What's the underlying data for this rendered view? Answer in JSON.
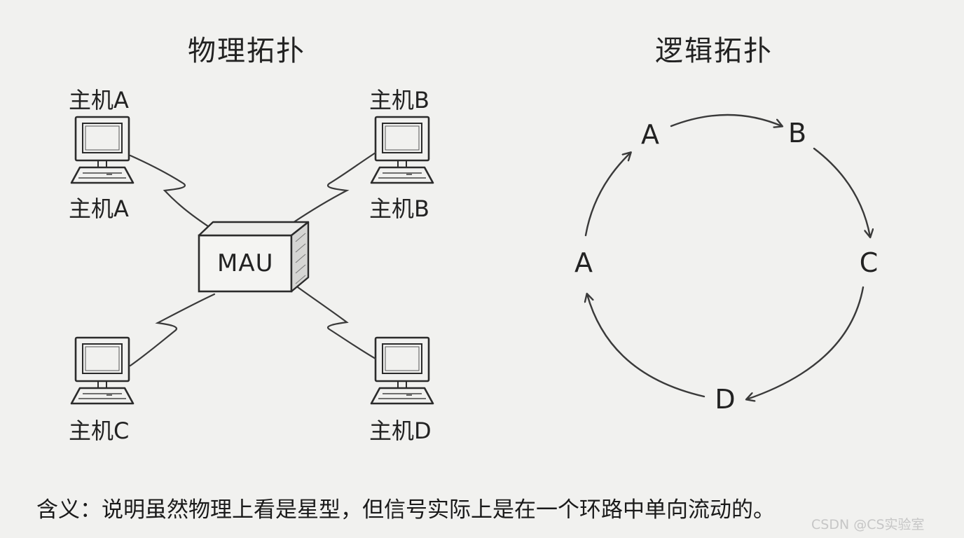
{
  "physical": {
    "title": "物理拓扑",
    "host_a_top": "主机A",
    "host_a_bottom": "主机A",
    "host_b_top": "主机B",
    "host_b_bottom": "主机B",
    "host_c": "主机C",
    "host_d": "主机D",
    "hub_label": "MAU"
  },
  "logical": {
    "title": "逻辑拓扑",
    "nodes": [
      "A",
      "B",
      "C",
      "D",
      "A"
    ]
  },
  "caption": "含义：说明虽然物理上看是星型，但信号实际上是在一个环路中单向流动的。",
  "watermark": "CSDN @CS实验室"
}
